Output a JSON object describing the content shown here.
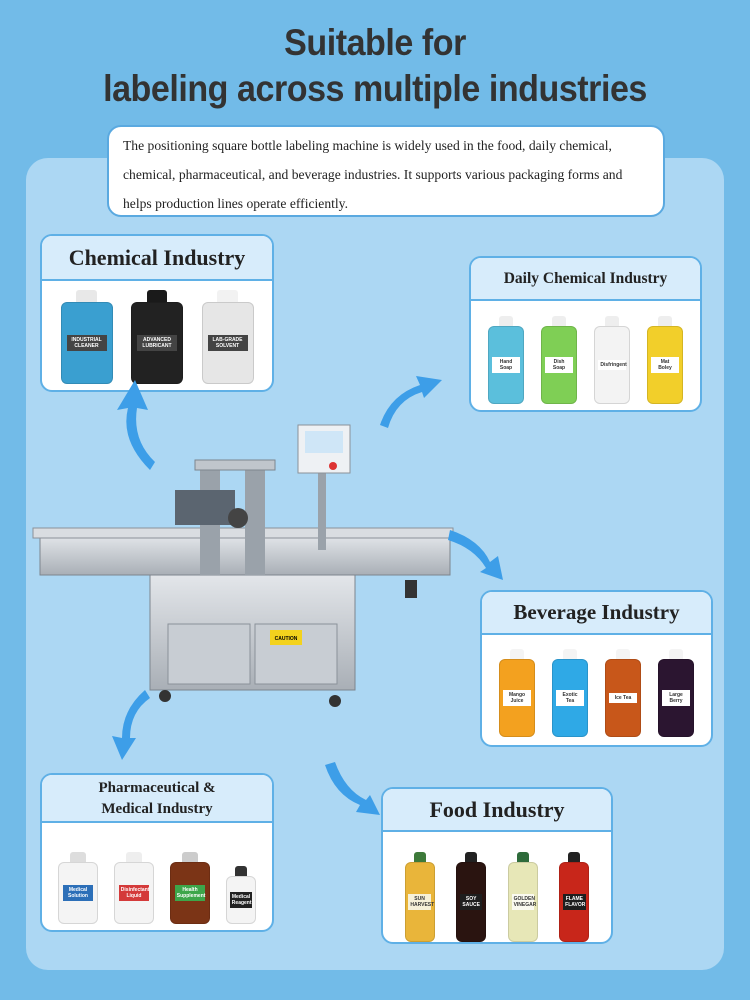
{
  "title": {
    "line1": "Suitable for",
    "line2": "labeling across multiple industries"
  },
  "intro": {
    "text": "The positioning square bottle  labeling machine is widely used in the food, daily chemical, chemical, pharmaceutical, and beverage industries. It supports various packaging forms and helps production lines operate efficiently."
  },
  "machine": {
    "caution": "CAUTION"
  },
  "industries": {
    "chemical": {
      "title": "Chemical Industry",
      "products": [
        {
          "label": "INDUSTRIAL CLEANER",
          "color": "#3a9fd0",
          "cap": "#e8e8e8",
          "lc": "#444"
        },
        {
          "label": "ADVANCED LUBRICANT",
          "color": "#222222",
          "cap": "#1a1a1a",
          "lc": "#444"
        },
        {
          "label": "LAB-GRADE SOLVENT",
          "color": "#e6e6e6",
          "cap": "#f2f2f2",
          "lc": "#444"
        }
      ]
    },
    "daily": {
      "title": "Daily Chemical Industry",
      "products": [
        {
          "label": "Hand Soap",
          "color": "#5bbfdc",
          "cap": "#eee",
          "lc": "#fff"
        },
        {
          "label": "Dish Soap",
          "color": "#7fcf55",
          "cap": "#eee",
          "lc": "#fff"
        },
        {
          "label": "Disfringent",
          "color": "#f3f3f3",
          "cap": "#eee",
          "lc": "#fff"
        },
        {
          "label": "Mat Boley",
          "color": "#f2cf2a",
          "cap": "#eee",
          "lc": "#fff"
        }
      ]
    },
    "beverage": {
      "title": "Beverage Industry",
      "products": [
        {
          "label": "Mango Juice",
          "color": "#f3a11f",
          "cap": "#f4f4f4",
          "lc": "#fff"
        },
        {
          "label": "Exotic Tea",
          "color": "#2fa9e6",
          "cap": "#f4f4f4",
          "lc": "#fff"
        },
        {
          "label": "Ice Tea",
          "color": "#c8571a",
          "cap": "#f4f4f4",
          "lc": "#fff"
        },
        {
          "label": "Large Berry",
          "color": "#2b1530",
          "cap": "#f4f4f4",
          "lc": "#fff"
        }
      ]
    },
    "pharma": {
      "title": "Pharmaceutical & Medical Industry",
      "products": [
        {
          "label": "Medical Solution",
          "color": "#f4f4f4",
          "cap": "#ddd",
          "lc": "#2c6fb8"
        },
        {
          "label": "Disinfectant Liquid",
          "color": "#f4f4f4",
          "cap": "#eee",
          "lc": "#d43a3a"
        },
        {
          "label": "Health Supplement",
          "color": "#7b3416",
          "cap": "#ccc",
          "lc": "#3da64a"
        },
        {
          "label": "Medical Reagent",
          "color": "#f4f4f4",
          "cap": "#333",
          "lc": "#222"
        }
      ]
    },
    "food": {
      "title": "Food Industry",
      "products": [
        {
          "label": "SUN HARVEST",
          "color": "#e9b53a",
          "cap": "#3d7a3a",
          "lc": "#f7f1d8"
        },
        {
          "label": "SOY SAUCE",
          "color": "#2a1410",
          "cap": "#222",
          "lc": "#1e1e1e"
        },
        {
          "label": "GOLDEN VINEGAR",
          "color": "#e7e7b7",
          "cap": "#2e6b3a",
          "lc": "#fafaf0"
        },
        {
          "label": "FLAME FLAVOR",
          "color": "#c8261a",
          "cap": "#222",
          "lc": "#1e1e1e"
        }
      ]
    }
  },
  "colors": {
    "accent": "#5fb0e6",
    "panel": "#acd7f3",
    "bg": "#72bbe8",
    "arrow": "#3d9ee8"
  }
}
